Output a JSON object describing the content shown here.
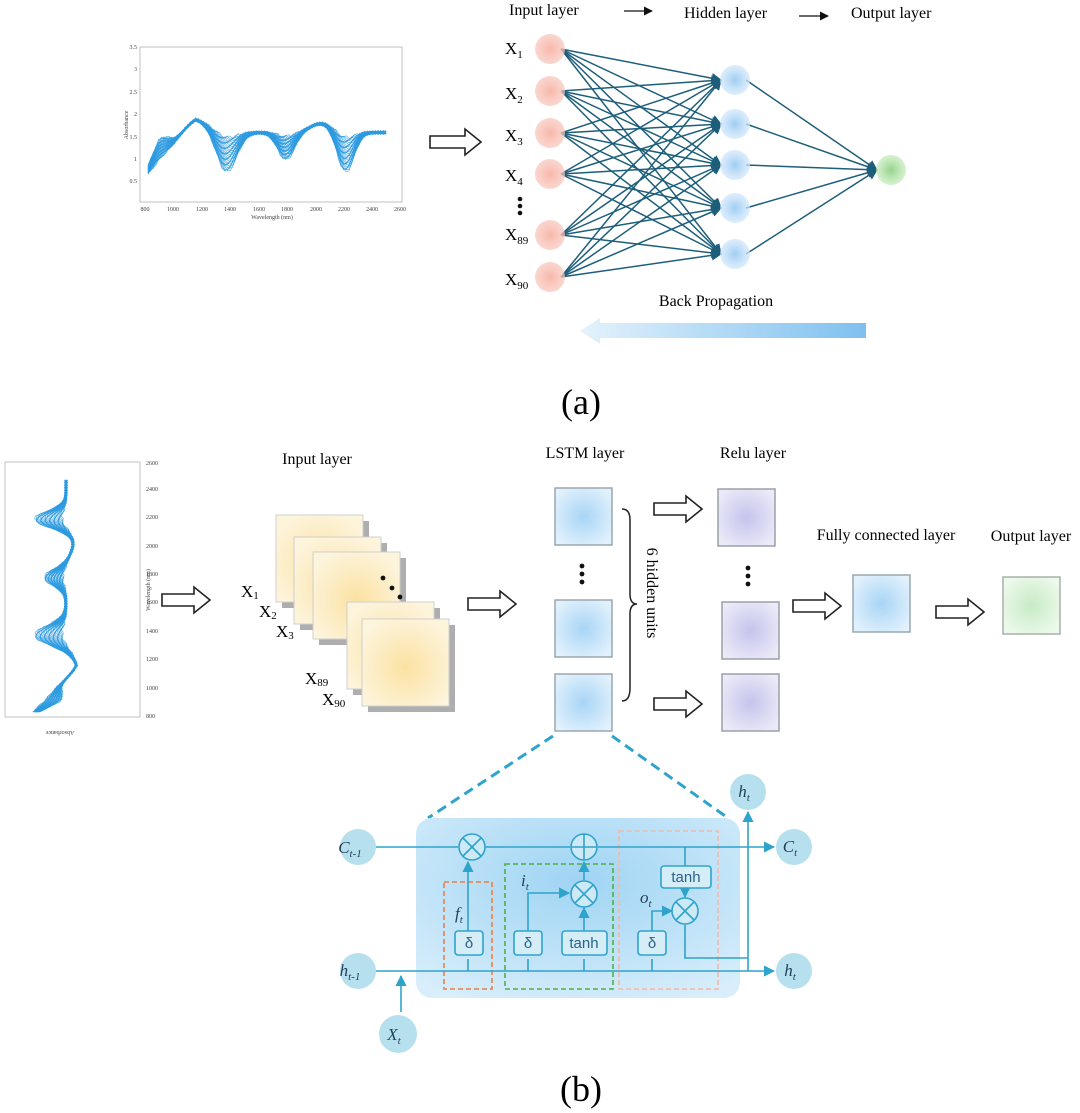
{
  "panel_a": {
    "caption": "(a)",
    "header": {
      "input": "Input layer",
      "hidden": "Hidden layer",
      "output": "Output layer"
    },
    "inputs": [
      {
        "base": "X",
        "sub": "1"
      },
      {
        "base": "X",
        "sub": "2"
      },
      {
        "base": "X",
        "sub": "3"
      },
      {
        "base": "X",
        "sub": "4"
      },
      {
        "base": "X",
        "sub": "89"
      },
      {
        "base": "X",
        "sub": "90"
      }
    ],
    "backprop": "Back Propagation",
    "spectrum": {
      "xlabel": "Wavelength (nm)",
      "ylabel": "Absorbance",
      "xticks": [
        "800",
        "1000",
        "1200",
        "1400",
        "1600",
        "1800",
        "2000",
        "2200",
        "2400",
        "2600"
      ],
      "yticks": [
        "0.5",
        "1",
        "1.5",
        "2",
        "2.5",
        "3",
        "3.5"
      ]
    }
  },
  "panel_b": {
    "caption": "(b)",
    "labels": {
      "input": "Input layer",
      "lstm": "LSTM layer",
      "relu": "Relu layer",
      "fc": "Fully connected layer",
      "output": "Output layer",
      "hidden_units": "6 hidden units"
    },
    "stack": [
      {
        "base": "X",
        "sub": "1"
      },
      {
        "base": "X",
        "sub": "2"
      },
      {
        "base": "X",
        "sub": "3"
      },
      {
        "base": "X",
        "sub": "89"
      },
      {
        "base": "X",
        "sub": "90"
      }
    ],
    "cell": {
      "c_prev": "C",
      "c_prev_sub": "t-1",
      "h_prev": "h",
      "h_prev_sub": "t-1",
      "x": "X",
      "x_sub": "t",
      "c_out": "C",
      "c_out_sub": "t",
      "h_out": "h",
      "h_out_sub": "t",
      "h_top": "h",
      "h_top_sub": "t",
      "f": "f",
      "f_sub": "t",
      "i": "i",
      "i_sub": "t",
      "o": "o",
      "o_sub": "t",
      "sigma": "δ",
      "tanh": "tanh"
    }
  },
  "colors": {
    "spectrum": "#2e9be0",
    "edges": "#1d5e7a",
    "input_node": "#f4a89c",
    "hidden_node": "#a9d2f3",
    "output_node": "#a5d99a",
    "cell_line": "#2ea3cc",
    "cell_node": "#b7e0ee"
  }
}
